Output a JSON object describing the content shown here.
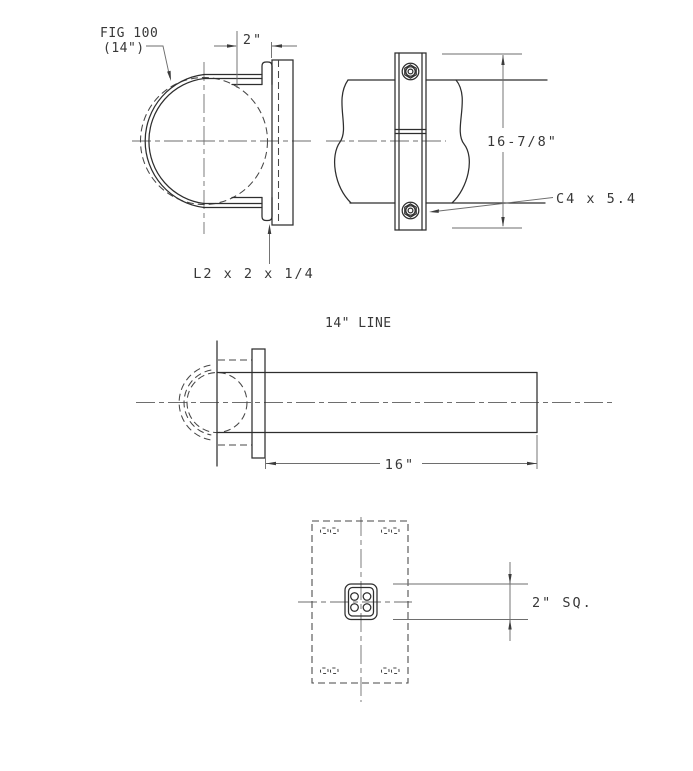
{
  "drawing_type": "pipe-support-clamp-detail",
  "colors": {
    "background": "#ffffff",
    "object_line": "#2e2e2e",
    "hidden_line": "#474747",
    "thin_line": "#6e6e6e",
    "text": "#383838"
  },
  "views": {
    "front": {
      "fig_callout_line1": "FIG 100",
      "fig_callout_line2": "(14\")",
      "offset_dimension": "2\"",
      "angle_callout": "L2 x 2 x 1/4"
    },
    "side": {
      "height_dimension": "16-7/8\"",
      "channel_callout": "C4 x 5.4"
    },
    "elevation": {
      "line_label": "14\" LINE",
      "length_dimension": "16\""
    },
    "plan": {
      "tube_dimension": "2\" SQ."
    }
  }
}
